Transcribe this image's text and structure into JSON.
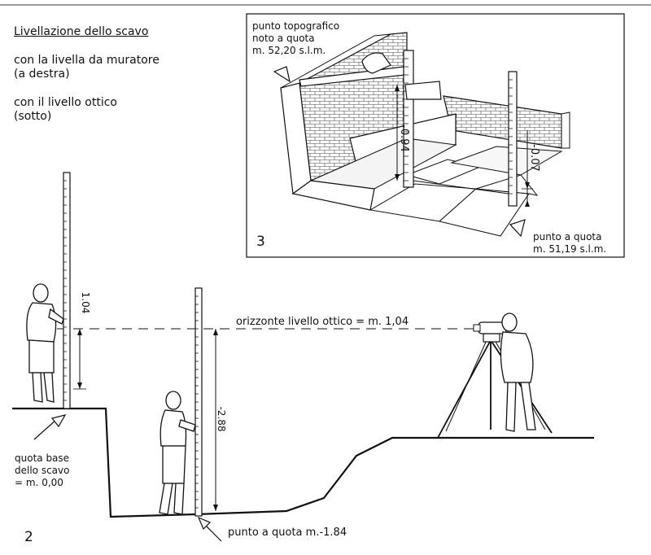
{
  "intro": {
    "title": "Livellazione dello scavo",
    "line1a": "con la livella da muratore",
    "line1b": "(a destra)",
    "line2a": "con il livello ottico",
    "line2b": "(sotto)"
  },
  "figure3": {
    "number": "3",
    "note_top": [
      "punto topografico",
      "noto a quota",
      "m. 52,20 s.l.m."
    ],
    "dim_left": "-0.94",
    "dim_right": "-0.07",
    "note_bottom": [
      "punto a quota",
      "m. 51,19 s.l.m."
    ]
  },
  "figure2": {
    "number": "2",
    "staff_left_reading": "1.04",
    "staff_right_reading": "-2.88",
    "horizon_label": "orizzonte livello ottico = m. 1,04",
    "base_note": [
      "quota base",
      "dello scavo",
      "= m. 0,00"
    ],
    "point_note": "punto a quota m.-1.84"
  }
}
